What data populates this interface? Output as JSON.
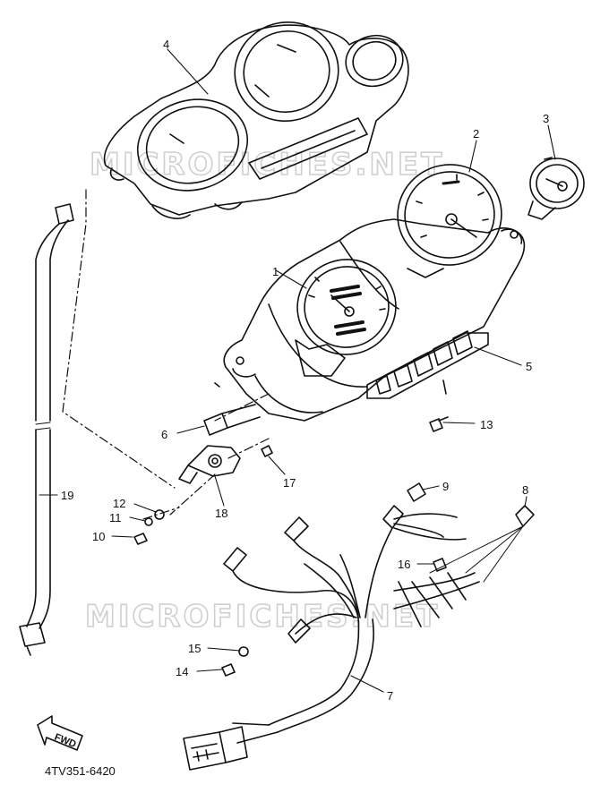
{
  "diagram": {
    "callouts": [
      {
        "id": "1",
        "label": "1"
      },
      {
        "id": "2",
        "label": "2"
      },
      {
        "id": "3",
        "label": "3"
      },
      {
        "id": "4",
        "label": "4"
      },
      {
        "id": "5",
        "label": "5"
      },
      {
        "id": "6",
        "label": "6"
      },
      {
        "id": "7",
        "label": "7"
      },
      {
        "id": "8",
        "label": "8"
      },
      {
        "id": "9",
        "label": "9"
      },
      {
        "id": "10",
        "label": "10"
      },
      {
        "id": "11",
        "label": "11"
      },
      {
        "id": "12",
        "label": "12"
      },
      {
        "id": "13",
        "label": "13"
      },
      {
        "id": "14",
        "label": "14"
      },
      {
        "id": "15",
        "label": "15"
      },
      {
        "id": "16",
        "label": "16"
      },
      {
        "id": "17",
        "label": "17"
      },
      {
        "id": "18",
        "label": "18"
      },
      {
        "id": "19",
        "label": "19"
      }
    ],
    "watermark": "MICROFICHES.NET",
    "fwd_label": "FWD",
    "drawing_code": "4TV351-6420",
    "colors": {
      "ink": "#111111",
      "watermark": "#cfcfcf",
      "background": "#ffffff"
    }
  }
}
